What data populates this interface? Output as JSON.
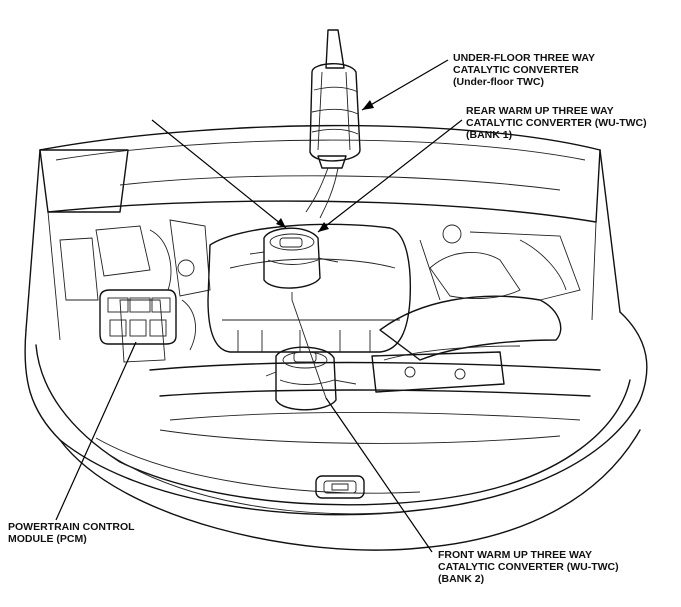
{
  "labels": {
    "under_floor": {
      "line1": "UNDER-FLOOR THREE WAY",
      "line2": "CATALYTIC CONVERTER",
      "line3": "(Under-floor TWC)"
    },
    "rear_warm_up": {
      "line1": "REAR WARM UP THREE WAY",
      "line2": "CATALYTIC CONVERTER (WU-TWC)",
      "line3": "(BANK 1)"
    },
    "pcm": {
      "line1": "POWERTRAIN CONTROL",
      "line2": "MODULE (PCM)"
    },
    "front_warm_up": {
      "line1": "FRONT WARM UP THREE WAY",
      "line2": "CATALYTIC CONVERTER (WU-TWC)",
      "line3": "(BANK 2)"
    }
  },
  "colors": {
    "ink": "#111111",
    "background": "#ffffff"
  }
}
